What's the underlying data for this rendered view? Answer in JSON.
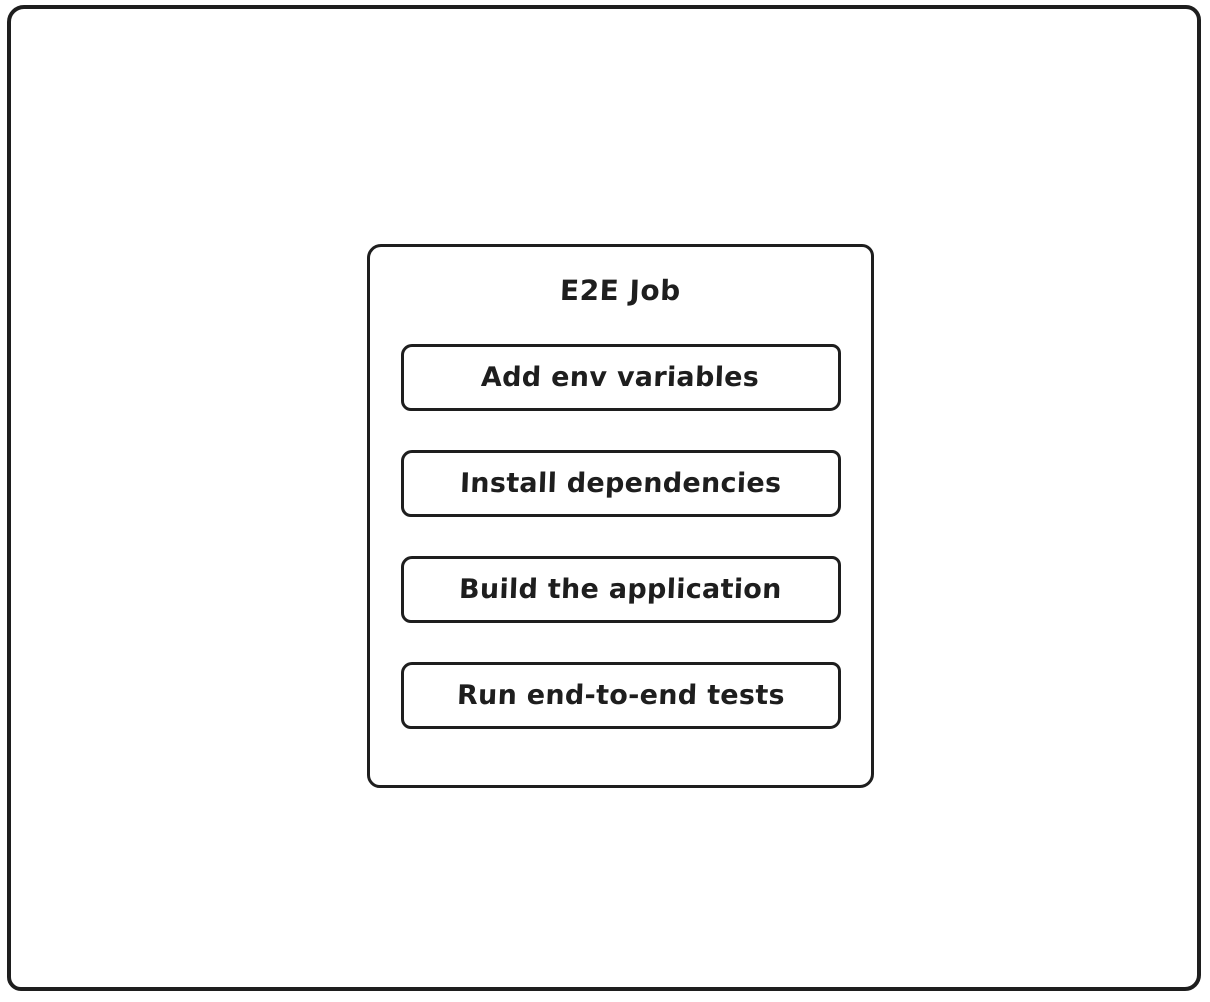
{
  "diagram": {
    "title": "E2E Job",
    "steps": [
      {
        "label": "Add env variables"
      },
      {
        "label": "Install dependencies"
      },
      {
        "label": "Build the application"
      },
      {
        "label": "Run end-to-end tests"
      }
    ],
    "colors": {
      "stroke": "#1e1e1e",
      "background": "#ffffff"
    }
  }
}
